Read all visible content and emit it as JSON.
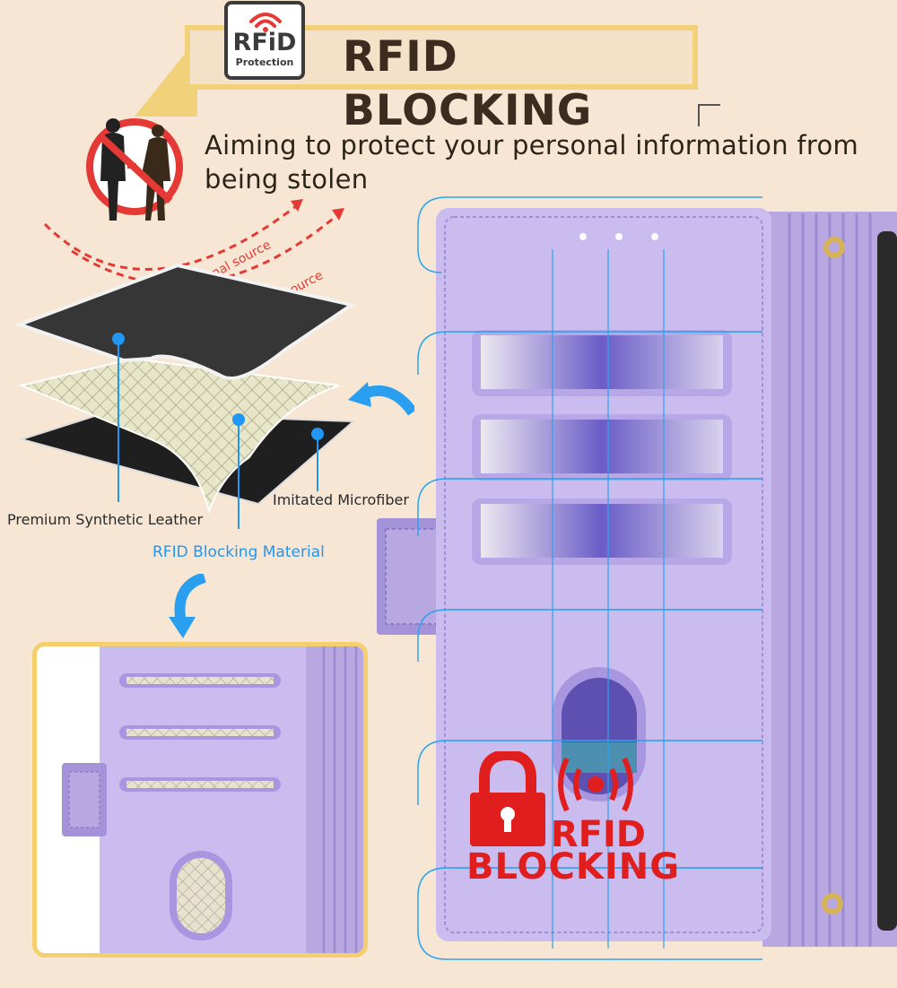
{
  "header": {
    "title": "RFID BLOCKING",
    "badge_text": "RFiD",
    "badge_subtext": "Protection"
  },
  "tagline": "Aiming to protect your personal information from being stolen",
  "diagram": {
    "signal_labels": [
      "signal source",
      "signal source"
    ],
    "layers": {
      "leather": "Premium Synthetic Leather",
      "microfiber": "Imitated Microfiber",
      "rfid": "RFID Blocking Material"
    }
  },
  "badge": {
    "line1": "RFID",
    "line2": "BLOCKING",
    "color": "#e01e1e"
  },
  "colors": {
    "accent_blue": "#2196f3",
    "case_purple": "#c8b6ea",
    "frame_gold": "#f3cf6e"
  }
}
